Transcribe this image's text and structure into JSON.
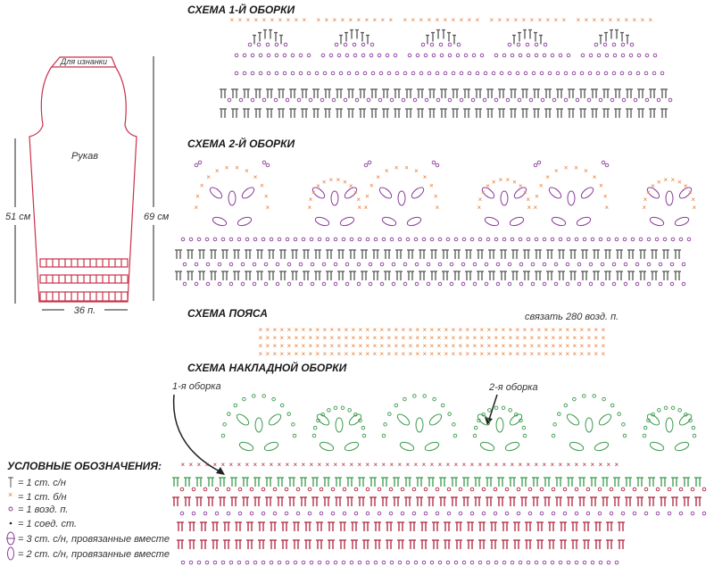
{
  "sleeve": {
    "top_label": "Для изнанки",
    "name": "Рукав",
    "left_dim": "51 см",
    "right_dim": "69 см",
    "bottom_dim": "36 п."
  },
  "titles": {
    "ruffle1": "СХЕМА 1-Й ОБОРКИ",
    "ruffle2": "СХЕМА 2-Й ОБОРКИ",
    "belt": "СХЕМА ПОЯСА",
    "belt_note": "связать 280 возд. п.",
    "overlay": "СХЕМА НАКЛАДНОЙ ОБОРКИ",
    "arrow1": "1-я оборка",
    "arrow2": "2-я оборка"
  },
  "legend": {
    "title": "УСЛОВНЫЕ ОБОЗНАЧЕНИЯ:",
    "items": [
      {
        "icon": "double-crochet-icon",
        "label": "= 1 ст. с/н"
      },
      {
        "icon": "single-crochet-icon",
        "label": "= 1 ст. б/н"
      },
      {
        "icon": "chain-icon",
        "label": "= 1 возд. п."
      },
      {
        "icon": "slip-stitch-icon",
        "label": "= 1 соед. ст."
      },
      {
        "icon": "dc3tog-icon",
        "label": "= 3 ст. с/н, провязанные вместе"
      },
      {
        "icon": "dc2tog-icon",
        "label": "= 2 ст. с/н, провязанные вместе"
      }
    ]
  },
  "colors": {
    "outline": "#c8324a",
    "gray": "#555555",
    "orange": "#e8742a",
    "purple": "#8a3a9a",
    "green": "#3a9a4a",
    "red": "#b0203a"
  }
}
